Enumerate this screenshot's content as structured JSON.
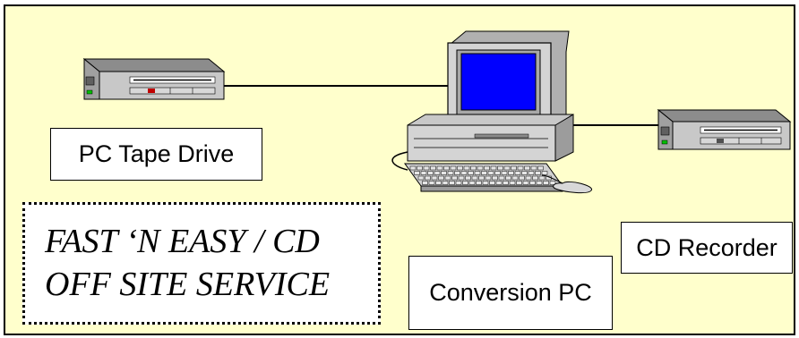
{
  "labels": {
    "tape_drive": "PC Tape Drive",
    "cd_recorder": "CD Recorder",
    "conversion_pc": "Conversion PC"
  },
  "service": {
    "line1": "FAST ‘N EASY  / CD",
    "line2": "OFF SITE SERVICE"
  },
  "colors": {
    "background": "#ffffcc",
    "screen": "#0000ff",
    "device_body": "#c0c0c0",
    "led": "#00c000"
  },
  "icons": [
    "tape-drive-icon",
    "computer-icon",
    "cd-recorder-icon",
    "keyboard-icon",
    "mouse-icon"
  ]
}
